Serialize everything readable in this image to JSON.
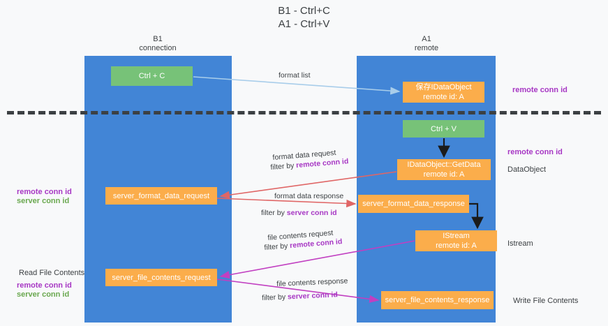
{
  "title": {
    "line1": "B1 - Ctrl+C",
    "line2": "A1 - Ctrl+V"
  },
  "columns": [
    {
      "name": "B1",
      "role": "connection"
    },
    {
      "name": "A1",
      "role": "remote"
    }
  ],
  "boxes": {
    "ctrl_c": "Ctrl + C",
    "idataobject_l1": "保存IDataObject",
    "idataobject_l2": "remote id: A",
    "ctrl_v": "Ctrl + V",
    "getdata_l1": "IDataObject::GetData",
    "getdata_l2": "remote id: A",
    "server_format_data_request": "server_format_data_request",
    "server_format_data_response": "server_format_data_response",
    "istream_l1": "IStream",
    "istream_l2": "remote id: A",
    "server_file_contents_request": "server_file_contents_request",
    "server_file_contents_response": "server_file_contents_response"
  },
  "mid_labels": {
    "format_list": "format list",
    "format_data_request": "format data request",
    "format_data_request_filter_prefix": "filter by ",
    "format_data_request_filter_key": "remote conn id",
    "format_data_response": "format data response",
    "format_data_response_filter_prefix": "filter by ",
    "format_data_response_filter_key": "server conn id",
    "file_contents_request": "file contents request",
    "file_contents_request_filter_prefix": "filter by ",
    "file_contents_request_filter_key": "remote conn id",
    "file_contents_response": "file contents response",
    "file_contents_response_filter_prefix": "filter by ",
    "file_contents_response_filter_key": "server conn id"
  },
  "right_labels": {
    "remote_conn_id_1": "remote conn id",
    "remote_conn_id_2": "remote conn id",
    "dataobject": "DataObject",
    "istream": "Istream",
    "write_file_contents": "Write File Contents"
  },
  "left_labels": {
    "remote_conn_id_1": "remote conn id",
    "server_conn_id_1": "server conn id",
    "read_file_contents": "Read File Contents",
    "remote_conn_id_2": "remote conn id",
    "server_conn_id_2": "server conn id"
  },
  "colors": {
    "lane": "#4285d6",
    "green_box": "#77c278",
    "orange_box": "#fbad4b",
    "purple_text": "#a737c4",
    "green_text": "#6aa84f",
    "pink_highlight": "#c0397a",
    "arrow_blue": "#a8cdea",
    "arrow_red": "#e06666",
    "arrow_magenta": "#c13fc1",
    "arrow_black": "#1b1b1b",
    "background": "#f8f9fa",
    "dash_line": "#3c4043"
  }
}
